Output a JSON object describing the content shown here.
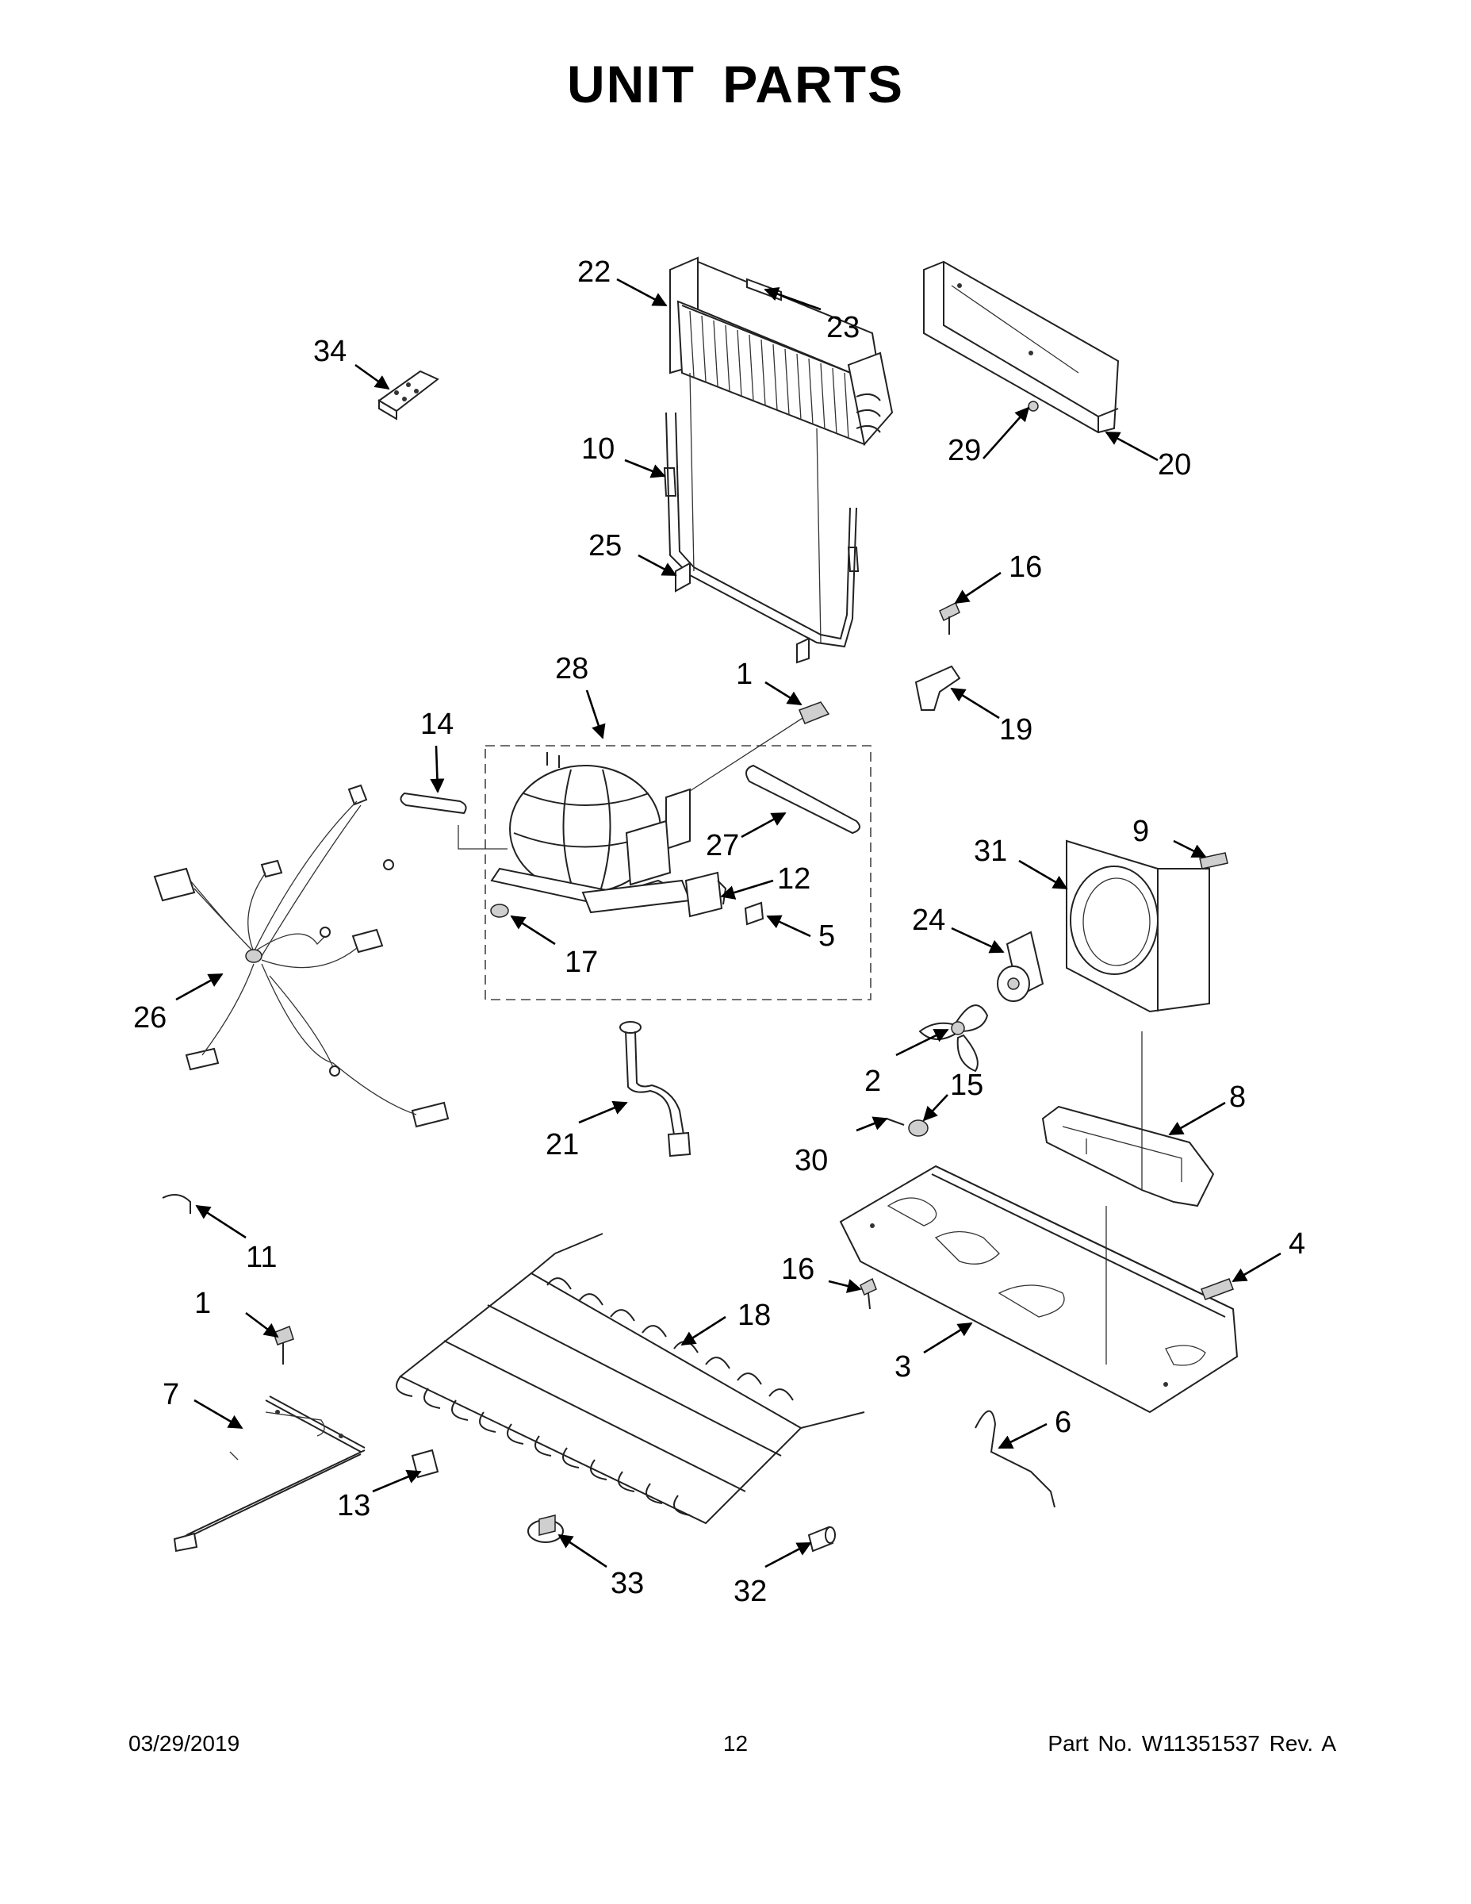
{
  "page": {
    "title": "UNIT PARTS",
    "footer_date": "03/29/2019",
    "footer_page": "12",
    "footer_part": "Part No.  W11351537  Rev.  A"
  },
  "callouts": {
    "c1a": "1",
    "c1b": "1",
    "c2": "2",
    "c3": "3",
    "c4": "4",
    "c5": "5",
    "c6": "6",
    "c7": "7",
    "c8": "8",
    "c9": "9",
    "c10": "10",
    "c11": "11",
    "c12": "12",
    "c13": "13",
    "c14": "14",
    "c15": "15",
    "c16a": "16",
    "c16b": "16",
    "c17": "17",
    "c18": "18",
    "c19": "19",
    "c20": "20",
    "c21": "21",
    "c22": "22",
    "c23": "23",
    "c24": "24",
    "c25": "25",
    "c26": "26",
    "c27": "27",
    "c28": "28",
    "c29": "29",
    "c30": "30",
    "c31": "31",
    "c32": "32",
    "c33": "33",
    "c34": "34"
  }
}
